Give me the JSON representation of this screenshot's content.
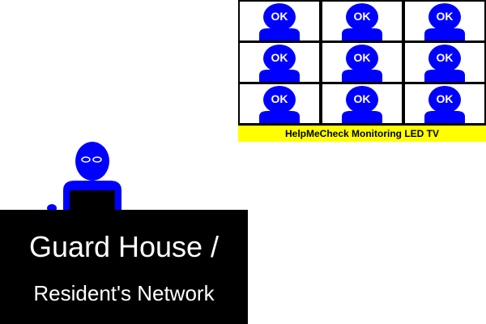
{
  "tv": {
    "caption": "HelpMeCheck Monitoring LED TV",
    "tiles": [
      {
        "status": "OK"
      },
      {
        "status": "OK"
      },
      {
        "status": "OK"
      },
      {
        "status": "OK"
      },
      {
        "status": "OK"
      },
      {
        "status": "OK"
      },
      {
        "status": "OK"
      },
      {
        "status": "OK"
      },
      {
        "status": "OK"
      }
    ]
  },
  "desk": {
    "line1": "Guard House /",
    "line2": "Resident's Network"
  },
  "colors": {
    "figure": "#0000ff",
    "caption_bg": "#ffff00",
    "desk": "#000000"
  },
  "icons": {
    "tile": "resident-person-icon",
    "guard": "guard-person-icon"
  }
}
